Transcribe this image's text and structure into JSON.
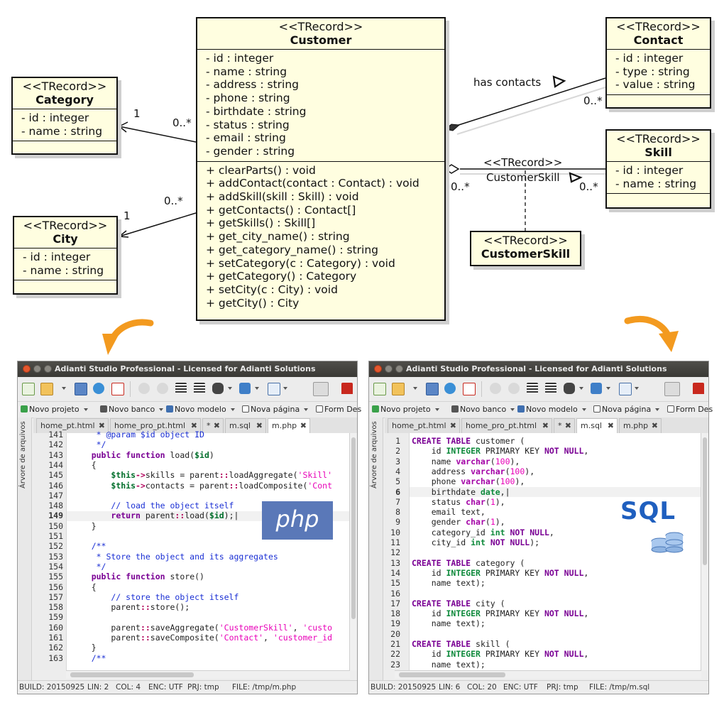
{
  "uml": {
    "stereotype": "<<TRecord>>",
    "classes": {
      "customer": {
        "name": "Customer",
        "attributes": [
          "- id : integer",
          "- name : string",
          "- address : string",
          "- phone : string",
          "- birthdate : string",
          "- status : string",
          "- email : string",
          "- gender : string"
        ],
        "methods": [
          "+ clearParts() : void",
          "+ addContact(contact : Contact) : void",
          "+ addSkill(skill : Skill) : void",
          "+ getContacts() : Contact[]",
          "+ getSkills() : Skill[]",
          "+ get_city_name() : string",
          "+ get_category_name() : string",
          "+ setCategory(c : Category) : void",
          "+ getCategory() : Category",
          "+ setCity(c : City) : void",
          "+ getCity() : City"
        ]
      },
      "category": {
        "name": "Category",
        "attributes": [
          "- id : integer",
          "- name : string"
        ]
      },
      "city": {
        "name": "City",
        "attributes": [
          "- id : integer",
          "- name : string"
        ]
      },
      "contact": {
        "name": "Contact",
        "attributes": [
          "- id : integer",
          "- type : string",
          "- value : string"
        ]
      },
      "skill": {
        "name": "Skill",
        "attributes": [
          "- id : integer",
          "- name : string"
        ]
      },
      "customerskill": {
        "name": "CustomerSkill"
      }
    },
    "labels": {
      "category_one": "1",
      "category_many": "0..*",
      "city_one": "1",
      "city_many": "0..*",
      "has_contacts": "has contacts",
      "contact_many": "0..*",
      "assoc_stereo": "<<TRecord>>",
      "assoc_name": "CustomerSkill",
      "skill_left_many": "0..*",
      "skill_right_many": "0..*"
    }
  },
  "windows": {
    "title": "Adianti Studio Professional - Licensed for Adianti Solutions",
    "menu": [
      "Novo projeto",
      "Novo banco",
      "Novo modelo",
      "Nova página",
      "Form Des"
    ],
    "sidebar_label": "Árvore de arquivos",
    "tabs": [
      "home_pt.html",
      "home_pro_pt.html",
      "*",
      "m.sql",
      "m.php"
    ],
    "php": {
      "active_tab": "m.php",
      "logo": "php",
      "status": [
        "BUILD: 20150925",
        "LIN: 2",
        "COL: 4",
        "ENC: UTF",
        "PRJ: tmp",
        "FILE: /tmp/m.php"
      ],
      "line_numbers": [
        "141",
        "142",
        "143",
        "144",
        "145",
        "146",
        "147",
        "148",
        "149",
        "150",
        "151",
        "152",
        "153",
        "154",
        "155",
        "156",
        "157",
        "158",
        "159",
        "160",
        "161",
        "162",
        "163"
      ]
    },
    "sql": {
      "active_tab": "m.sql",
      "logo": "SQL",
      "status": [
        "BUILD: 20150925",
        "LIN: 6",
        "COL: 20",
        "ENC: UTF",
        "PRJ: tmp",
        "FILE: /tmp/m.sql"
      ],
      "line_numbers": [
        "1",
        "2",
        "3",
        "4",
        "5",
        "6",
        "7",
        "8",
        "9",
        "10",
        "11",
        "12",
        "13",
        "14",
        "15",
        "16",
        "17",
        "18",
        "19",
        "20",
        "21",
        "22",
        "23"
      ]
    }
  }
}
